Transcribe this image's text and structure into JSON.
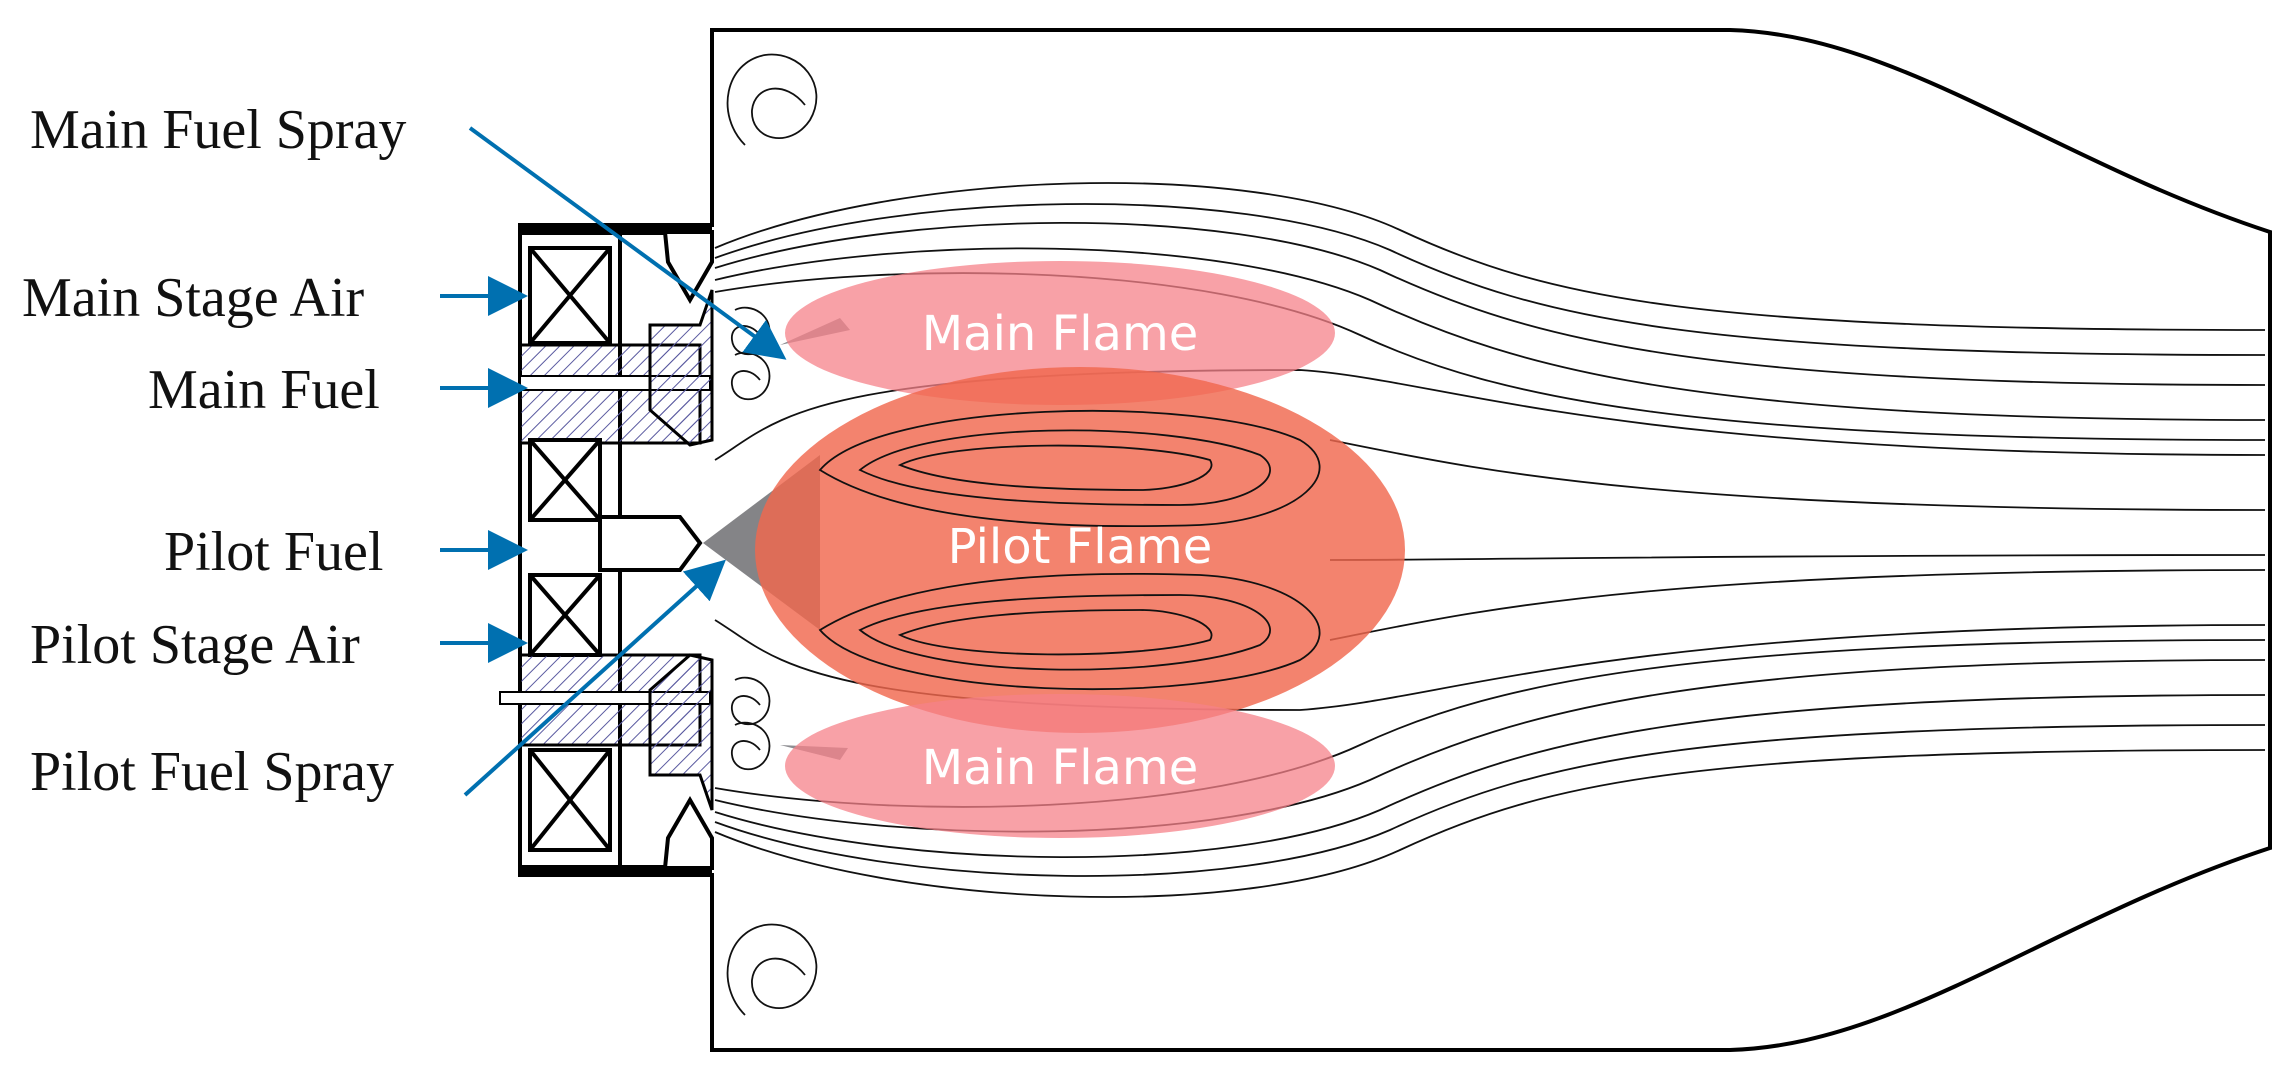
{
  "labels": {
    "main_fuel_spray": "Main Fuel Spray",
    "main_stage_air": "Main Stage Air",
    "main_fuel": "Main Fuel",
    "pilot_fuel": "Pilot Fuel",
    "pilot_stage_air": "Pilot Stage Air",
    "pilot_fuel_spray": "Pilot Fuel Spray"
  },
  "flames": {
    "main_flame_top": "Main Flame",
    "pilot_flame": "Pilot Flame",
    "main_flame_bottom": "Main Flame"
  },
  "colors": {
    "arrow": "#0070b0",
    "main_flame": "#f5828a",
    "pilot_flame": "#f0684e",
    "spray_cone": "#6e6e72"
  }
}
